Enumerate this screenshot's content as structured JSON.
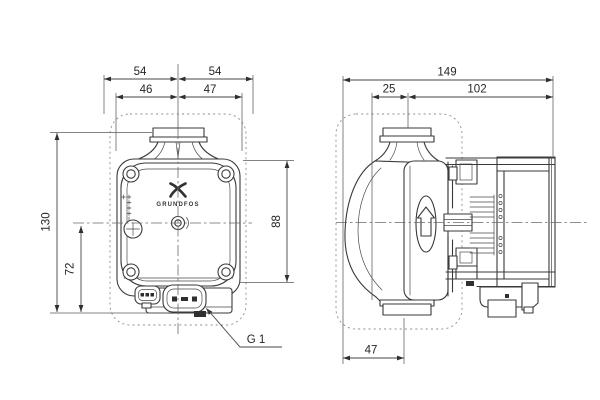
{
  "drawing": {
    "brand_label": "GRUNDFOS",
    "front_view": {
      "dims": {
        "top_left": "54",
        "top_right": "54",
        "flange_left": "46",
        "flange_right": "47",
        "total_height": "130",
        "lower_height": "72",
        "body_height": "88"
      },
      "thread_callout": "G 1"
    },
    "side_view": {
      "dims": {
        "total_length": "149",
        "head_depth": "25",
        "motor_length": "102",
        "port_offset": "47"
      }
    },
    "colors": {
      "line": "#3a3a3a",
      "dimension_line": "#454545",
      "dashed_outline": "#8c8c8c",
      "background": "#ffffff"
    }
  }
}
